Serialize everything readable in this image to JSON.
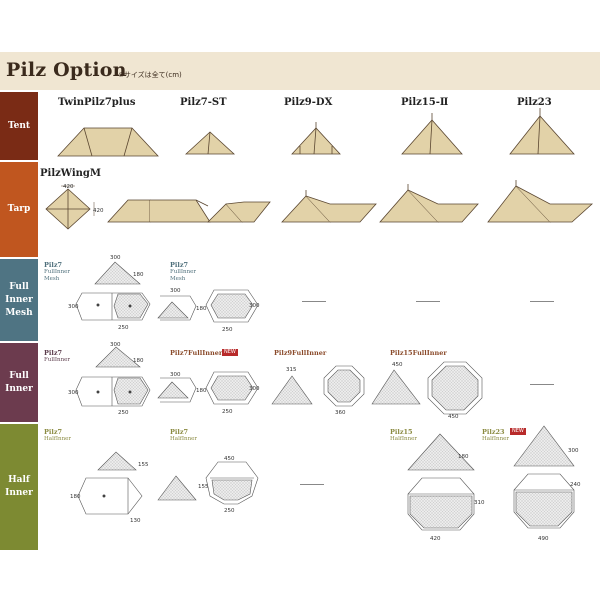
{
  "header": {
    "title": "Pilz Option",
    "subtitle": "※サイズは全て(cm)"
  },
  "rows": {
    "tent": "Tent",
    "tarp": "Tarp",
    "full_inner_mesh": "Full Inner Mesh",
    "full_inner": "Full Inner",
    "half_inner": "Half Inner"
  },
  "columns": [
    "TwinPilz7plus",
    "Pilz7-ST",
    "Pilz9-DX",
    "Pilz15-Ⅱ",
    "Pilz23"
  ],
  "tarp": {
    "title": "PilzWingM",
    "dim_w": "420",
    "dim_h": "420"
  },
  "mesh": {
    "a_name": "Pilz7",
    "a_sub1": "FullInner",
    "a_sub2": "Mesh",
    "b_name": "Pilz7",
    "b_sub1": "FullInner",
    "b_sub2": "Mesh",
    "a_top": "300",
    "a_side": "180",
    "a_left": "300",
    "a_bottom": "250",
    "b_top": "300",
    "b_side": "180",
    "b_right": "300",
    "b_bottom": "250"
  },
  "full": {
    "a_name": "Pilz7",
    "a_sub": "FullInner",
    "b_name": "Pilz7FullInner",
    "b_badge": "NEW",
    "c_name": "Pilz9FullInner",
    "d_name": "Pilz15FullInner",
    "a_top": "300",
    "a_side": "180",
    "a_left": "300",
    "a_bottom": "250",
    "b_top": "300",
    "b_side": "180",
    "b_right": "300",
    "b_bottom": "250",
    "c_top": "315",
    "c_bottom": "360",
    "d_top": "450",
    "d_bottom": "450"
  },
  "half": {
    "a_name": "Pilz7",
    "a_sub": "HalfInner",
    "b_name": "Pilz7",
    "b_sub": "HalfInner",
    "c_name": "Pilz15",
    "c_sub": "HalfInner",
    "d_name": "Pilz23",
    "d_sub": "HalfInner",
    "d_badge": "NEW",
    "a_top": "155",
    "a_left": "180",
    "a_bottom": "130",
    "b_top": "450",
    "b_side": "155",
    "b_bottom": "250",
    "c_side": "180",
    "c_right": "310",
    "c_bottom": "420",
    "d_side": "300",
    "d_right": "240",
    "d_bottom": "490"
  }
}
